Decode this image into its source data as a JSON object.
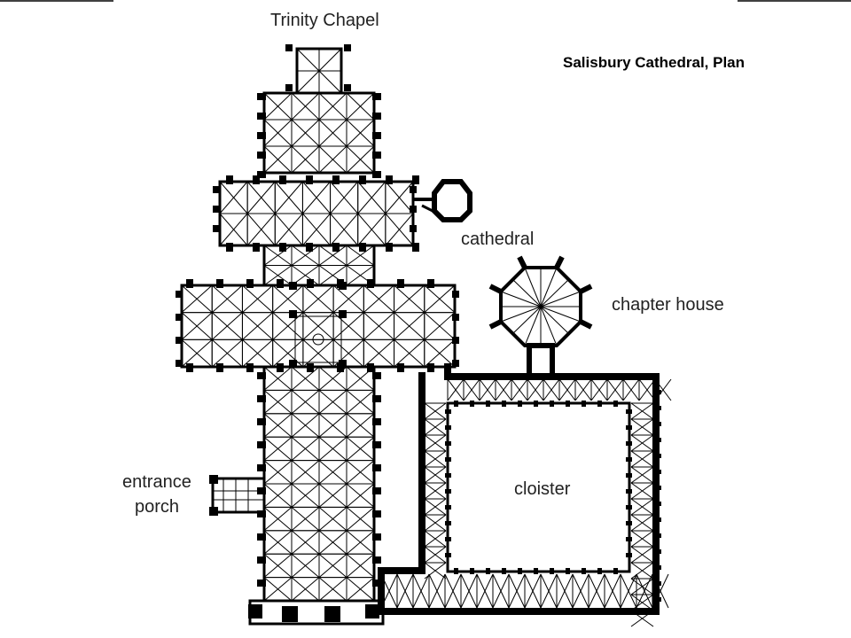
{
  "title": "Salisbury Cathedral, Plan",
  "labels": {
    "trinity_chapel": "Trinity Chapel",
    "cathedral": "cathedral",
    "chapter_house": "chapter house",
    "entrance_line1": "entrance",
    "entrance_line2": "porch",
    "cloister": "cloister"
  }
}
